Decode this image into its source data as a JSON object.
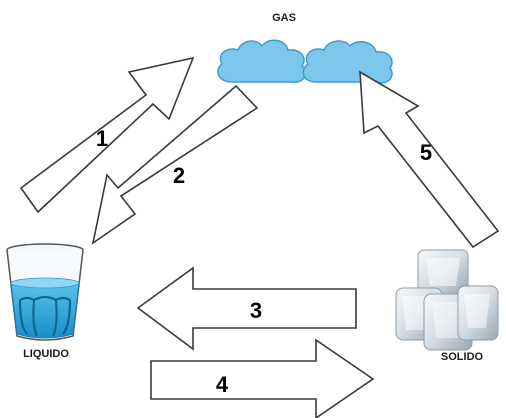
{
  "states": {
    "gas": "GAS",
    "liquid": "LIQUIDO",
    "solid": "SOLIDO"
  },
  "arrows": {
    "a1": "1",
    "a2": "2",
    "a3": "3",
    "a4": "4",
    "a5": "5"
  },
  "colors": {
    "cloud": "#7cc8ec",
    "cloud_outline": "#3f9ccb",
    "water": "#29a6dc",
    "ice": "#dfe8ee"
  },
  "icons": {
    "gas": "cloud-icon",
    "liquid": "glass-of-water-icon",
    "solid": "ice-cubes-icon"
  }
}
